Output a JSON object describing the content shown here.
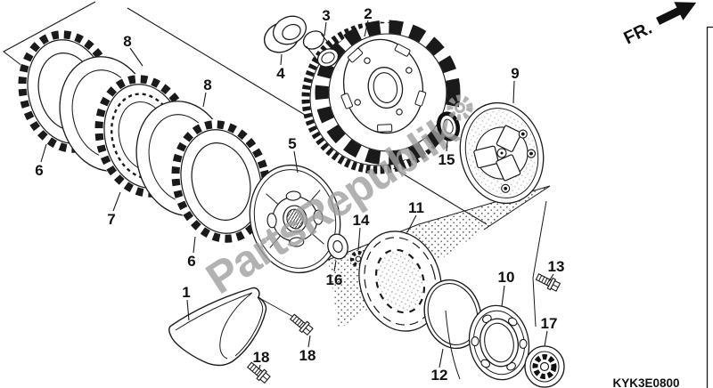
{
  "frame": {
    "fr_label": "FR.",
    "part_code": "KYK3E0800"
  },
  "watermark": {
    "text": "PartsRepublik",
    "color": "#a0a0a0"
  },
  "colors": {
    "background": "#ffffff",
    "line": "#1a1a1a"
  },
  "callouts": [
    "1",
    "2",
    "3",
    "4",
    "5",
    "6",
    "6",
    "7",
    "8",
    "8",
    "9",
    "10",
    "11",
    "12",
    "13",
    "14",
    "15",
    "16",
    "17",
    "18",
    "18"
  ]
}
